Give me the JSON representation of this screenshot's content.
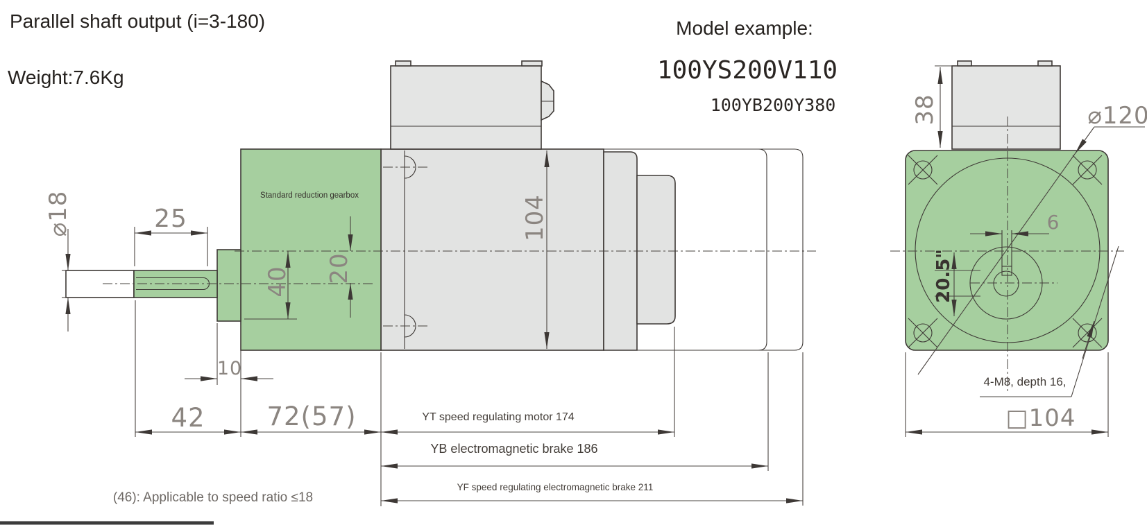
{
  "header": {
    "title": "Parallel shaft output (i=3-180)",
    "weight": "Weight:7.6Kg"
  },
  "model": {
    "label": "Model example:",
    "primary": "100YS200V110",
    "secondary": "100YB200Y380"
  },
  "side_view": {
    "gearbox_label": "Standard reduction gearbox",
    "dims": {
      "shaft_diameter": "⌀18",
      "shaft_length": "25",
      "axis_offset_40": "40",
      "axis_offset_20": "20",
      "motor_height": "104",
      "step_width": "10",
      "shaft_extension": "42",
      "gearbox_length": "72(57)"
    },
    "lengths": {
      "yt": "YT speed regulating motor 174",
      "yb": "YB electromagnetic brake 186",
      "yf": "YF speed regulating electromagnetic brake 211"
    },
    "note": "(46): Applicable to speed ratio ≤18"
  },
  "end_view": {
    "dims": {
      "terminal_box_height": "38",
      "flange_circle": "⌀120",
      "keyway_width": "6",
      "keyway_depth": "20.5\"",
      "bolt_note": "4-M8, depth 16,",
      "square_size": "□104"
    }
  },
  "colors": {
    "gearbox_green": "#a6cf9f",
    "motor_gray": "#e2e3e2",
    "line": "#3d3835",
    "dim_text": "#8b8580"
  }
}
